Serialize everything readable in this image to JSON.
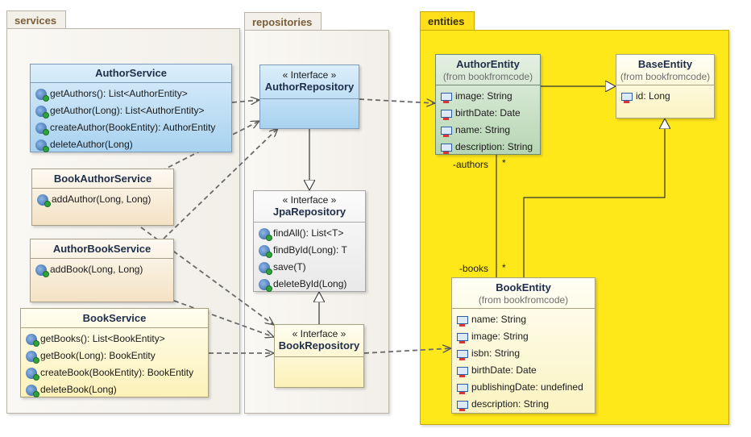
{
  "packages": {
    "services": "services",
    "repositories": "repositories",
    "entities": "entities"
  },
  "classes": {
    "author_service": {
      "name": "AuthorService",
      "ops": [
        "getAuthors(): List<AuthorEntity>",
        "getAuthor(Long): List<AuthorEntity>",
        "createAuthor(BookEntity): AuthorEntity",
        "deleteAuthor(Long)"
      ]
    },
    "book_author_service": {
      "name": "BookAuthorService",
      "ops": [
        "addAuthor(Long, Long)"
      ]
    },
    "author_book_service": {
      "name": "AuthorBookService",
      "ops": [
        "addBook(Long, Long)"
      ]
    },
    "book_service": {
      "name": "BookService",
      "ops": [
        "getBooks(): List<BookEntity>",
        "getBook(Long): BookEntity",
        "createBook(BookEntity): BookEntity",
        "deleteBook(Long)"
      ]
    },
    "author_repository": {
      "stereotype": "« Interface »",
      "name": "AuthorRepository"
    },
    "jpa_repository": {
      "stereotype": "« Interface »",
      "name": "JpaRepository",
      "ops": [
        "findAll(): List<T>",
        "findById(Long): T",
        "save(T)",
        "deleteById(Long)"
      ]
    },
    "book_repository": {
      "stereotype": "« Interface »",
      "name": "BookRepository"
    },
    "author_entity": {
      "name": "AuthorEntity",
      "from": "(from bookfromcode)",
      "attrs": [
        "image: String",
        "birthDate: Date",
        "name: String",
        "description: String"
      ]
    },
    "base_entity": {
      "name": "BaseEntity",
      "from": "(from bookfromcode)",
      "attrs": [
        "id: Long"
      ]
    },
    "book_entity": {
      "name": "BookEntity",
      "from": "(from bookfromcode)",
      "attrs": [
        "name: String",
        "image: String",
        "isbn: String",
        "birthDate: Date",
        "publishingDate: undefined",
        "description: String"
      ]
    }
  },
  "associations": {
    "authors_role": "-authors",
    "authors_mult": "*",
    "books_role": "-books",
    "books_mult": "*"
  },
  "colors": {
    "entities_package": "#ffe81a",
    "blue_class": "#a8d2f0",
    "entity_green": "#b7d6b4"
  },
  "icons": {
    "operation": "operation-icon",
    "attribute": "attribute-icon"
  }
}
